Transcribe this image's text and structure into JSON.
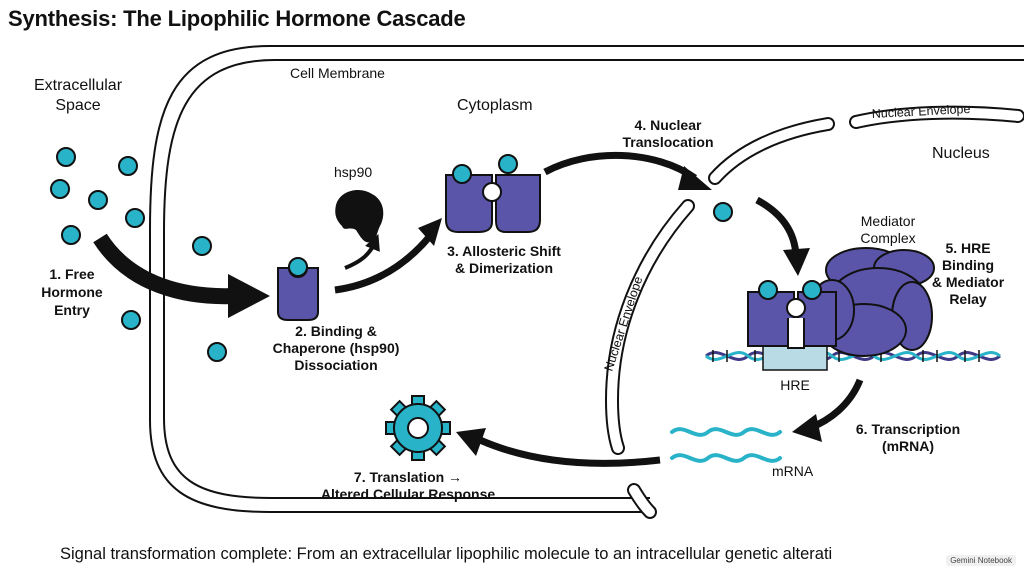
{
  "title": "Synthesis: The Lipophilic Hormone Cascade",
  "labels": {
    "extracellular": [
      "Extracellular",
      "Space"
    ],
    "membrane": "Cell Membrane",
    "cytoplasm": "Cytoplasm",
    "nucleus": "Nucleus",
    "envelope_top": "Nuclear Envelope",
    "envelope_left": "Nuclear Envelope",
    "hsp90": "hsp90",
    "mediator": [
      "Mediator",
      "Complex"
    ],
    "hre": "HRE",
    "mrna": "mRNA"
  },
  "steps": {
    "s1": [
      "1. Free",
      "Hormone",
      "Entry"
    ],
    "s2": [
      "2. Binding &",
      "Chaperone (hsp90)",
      "Dissociation"
    ],
    "s3": [
      "3. Allosteric Shift",
      "& Dimerization"
    ],
    "s4": [
      "4. Nuclear",
      "Translocation"
    ],
    "s5": [
      "5. HRE",
      "Binding",
      "& Mediator",
      "Relay"
    ],
    "s6": [
      "6. Transcription",
      "(mRNA)"
    ],
    "s7": [
      "7. Translation →",
      "Altered Cellular Response"
    ]
  },
  "caption": "Signal transformation complete: From an extracellular lipophilic molecule to an intracellular genetic alterati",
  "watermark": "Gemini Notebook",
  "colors": {
    "hormone": "#29b3c8",
    "receptor": "#5a55a8",
    "receptor_dark": "#3e3a86",
    "hre": "#b9dbe6",
    "ink": "#111111"
  }
}
